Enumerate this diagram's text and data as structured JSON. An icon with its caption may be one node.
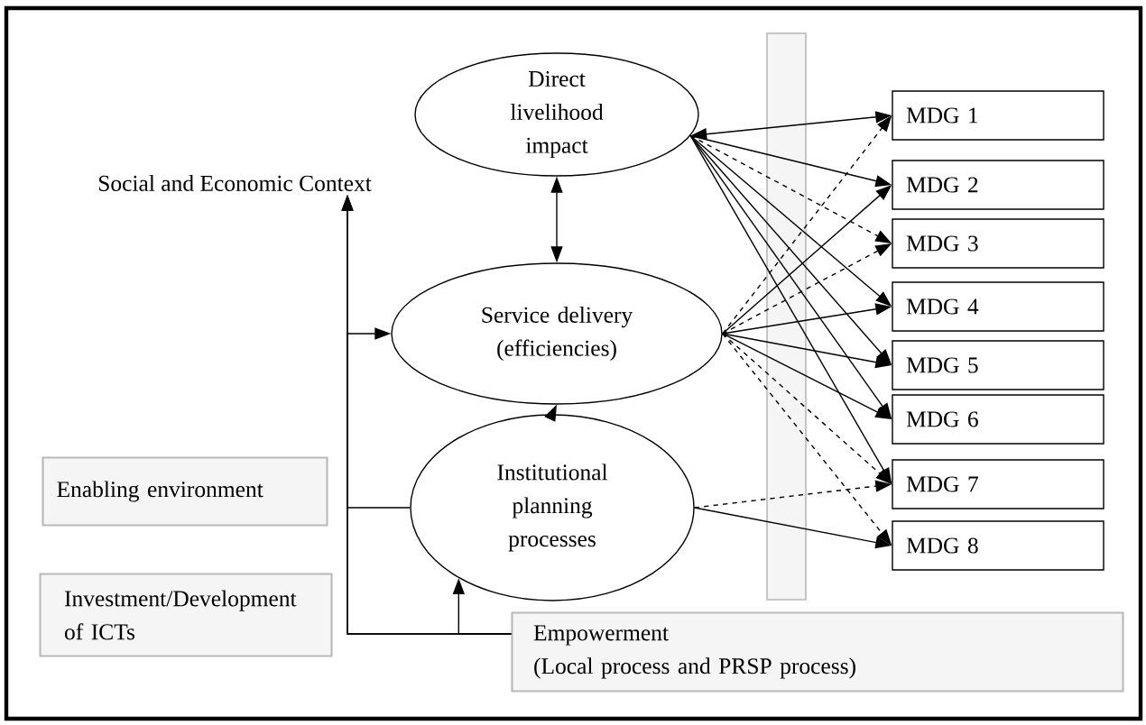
{
  "diagram": {
    "nodes": [
      {
        "text": [
          "Social and Economic Context"
        ]
      },
      {
        "text": [
          "Direct livelihood impact"
        ]
      },
      {
        "text": [
          "Service delivery (efficiencies)"
        ]
      },
      {
        "text": [
          "Enabling environment"
        ]
      },
      {
        "text": [
          "Institutional planning processes"
        ]
      },
      {
        "text": [
          "Investment/Development of ICTs"
        ]
      },
      {
        "text": [
          "Empowerment",
          "(Local process and PRSP process)"
        ]
      },
      {
        "text": [
          "MDG 1"
        ]
      },
      {
        "text": [
          "MDG 2"
        ]
      },
      {
        "text": [
          "MDG 3"
        ]
      },
      {
        "text": [
          "MDG 4"
        ]
      },
      {
        "text": [
          "MDG 5"
        ]
      },
      {
        "text": [
          "MDG 6"
        ]
      },
      {
        "text": [
          "MDG 7"
        ]
      },
      {
        "text": [
          "MDG 8"
        ]
      }
    ],
    "edges": [
      {
        "from": 1,
        "to": 2,
        "arrow": "both"
      },
      {
        "from": 4,
        "to": 2,
        "arrow": "to"
      },
      {
        "from": 6,
        "to": 0,
        "arrow": "to"
      },
      {
        "from": 6,
        "to": 2,
        "arrow": "to"
      },
      {
        "from": 6,
        "to": 4,
        "arrow": "to"
      },
      {
        "from": 4,
        "to": 0,
        "arrow": "to"
      },
      {
        "from": 1,
        "to": 7,
        "arrow": "both"
      },
      {
        "from": 1,
        "to": 8,
        "arrow": "to"
      },
      {
        "from": 1,
        "to": 9,
        "arrow": "to",
        "style": "dashed"
      },
      {
        "from": 1,
        "to": 10,
        "arrow": "to"
      },
      {
        "from": 1,
        "to": 11,
        "arrow": "to"
      },
      {
        "from": 1,
        "to": 12,
        "arrow": "to"
      },
      {
        "from": 1,
        "to": 13,
        "arrow": "to"
      },
      {
        "from": 2,
        "to": 7,
        "arrow": "to",
        "style": "dashed"
      },
      {
        "from": 2,
        "to": 8,
        "arrow": "to"
      },
      {
        "from": 2,
        "to": 9,
        "arrow": "to",
        "style": "dashed"
      },
      {
        "from": 2,
        "to": 10,
        "arrow": "to"
      },
      {
        "from": 2,
        "to": 11,
        "arrow": "to"
      },
      {
        "from": 2,
        "to": 12,
        "arrow": "to"
      },
      {
        "from": 2,
        "to": 13,
        "arrow": "to",
        "style": "dashed"
      },
      {
        "from": 2,
        "to": 14,
        "arrow": "to",
        "style": "dashed"
      },
      {
        "from": 4,
        "to": 13,
        "arrow": "to",
        "style": "dashed"
      },
      {
        "from": 4,
        "to": 14,
        "arrow": "to"
      }
    ]
  }
}
